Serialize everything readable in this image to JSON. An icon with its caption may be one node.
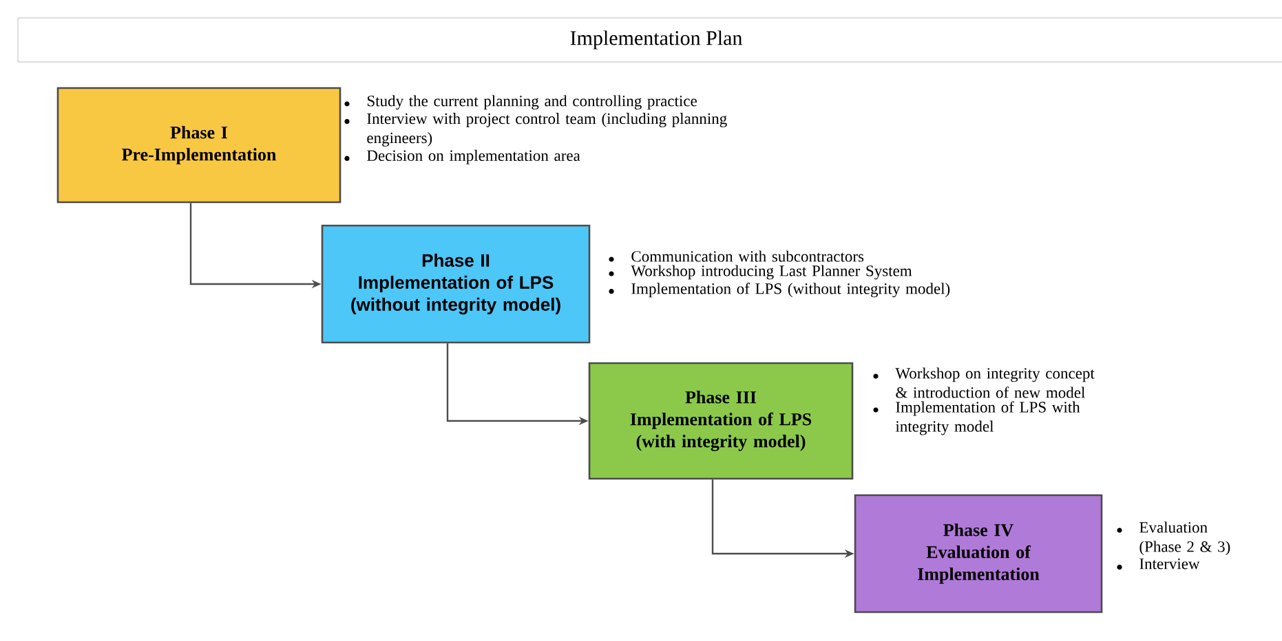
{
  "diagram": {
    "title": "Implementation Plan",
    "nodes": [
      {
        "text": [
          "Phase I",
          "Pre-Implementation"
        ],
        "beside": [
          "Study the current planning and controlling practice",
          "Interview with project control  team (including planning engineers)",
          "Decision on implementation area"
        ]
      },
      {
        "text": [
          "Phase II",
          "Implementation of LPS (without integrity model)"
        ],
        "beside": [
          "Communication with subcontractors",
          "Workshop introducing Last Planner System",
          "Implementation of LPS (without integrity model)"
        ]
      },
      {
        "text": [
          "Phase III",
          "Implementation of LPS (with integrity model)"
        ],
        "beside": [
          "Workshop on integrity concept & introduction of new model",
          "Implementation of LPS with integrity model"
        ]
      },
      {
        "text": [
          "Phase IV",
          "Evaluation of Implementation"
        ],
        "beside": [
          "Evaluation (Phase 2 & 3)",
          "Interview"
        ]
      }
    ],
    "edges": [
      {
        "from": 0,
        "to": 1,
        "arrow": "to"
      },
      {
        "from": 1,
        "to": 2,
        "arrow": "to"
      },
      {
        "from": 2,
        "to": 3,
        "arrow": "to"
      }
    ]
  }
}
